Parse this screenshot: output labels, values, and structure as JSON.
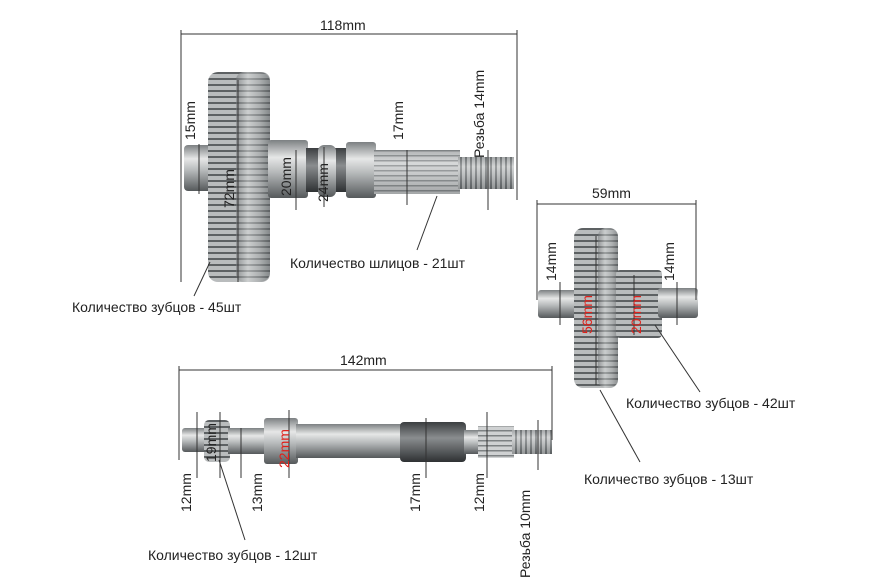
{
  "image": {
    "description_colors": {
      "metal_light": "#d7d8d8",
      "metal_mid": "#9fa2a3",
      "metal_dark": "#5d6163",
      "dimension_red": "#e0201a",
      "line": "#222222"
    }
  },
  "top_shaft": {
    "length_label": "118mm",
    "thread_label": "Резьба 14mm",
    "d15_label": "15mm",
    "d72_label": "72mm",
    "d20_label": "20mm",
    "d24_label": "24mm",
    "d17_label": "17mm",
    "splines_label": "Количество шлицов - 21шт",
    "teeth_label": "Количество зубцов - 45шт"
  },
  "right_gear": {
    "length_label": "59mm",
    "left_d_label": "14mm",
    "right_d_label": "14mm",
    "big_d_label": "56mm",
    "small_d_label": "20mm",
    "teeth42_label": "Количество зубцов - 42шт",
    "teeth13_label": "Количество зубцов - 13шт"
  },
  "bottom_shaft": {
    "length_label": "142mm",
    "d12a_label": "12mm",
    "d19_label": "19mm",
    "d13_label": "13mm",
    "d22_label": "22mm",
    "d17_label": "17mm",
    "d12b_label": "12mm",
    "thread_label": "Резьба 10mm",
    "teeth12_label": "Количество зубцов - 12шт"
  }
}
